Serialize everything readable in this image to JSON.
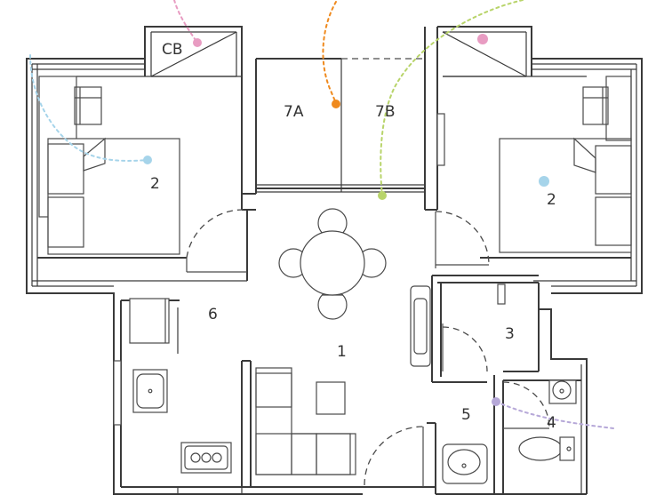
{
  "rooms": {
    "r1": "1",
    "r2_left": "2",
    "r2_right": "2",
    "r3": "3",
    "r4": "4",
    "r5": "5",
    "r6": "6",
    "r7a": "7A",
    "r7b": "7B",
    "cb": "CB"
  },
  "colors": {
    "pink": "#e89cc2",
    "light_blue": "#a6d4ea",
    "orange": "#ef8a1e",
    "lime": "#b8d46a",
    "lavender": "#b6a8d8",
    "wall": "#3a3a3a"
  }
}
